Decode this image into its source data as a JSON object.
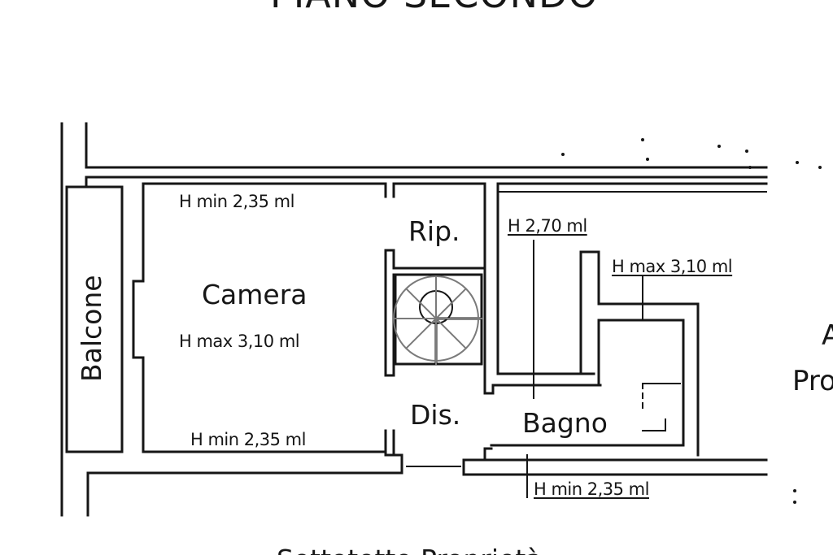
{
  "header_title": "PIANO SECONDO",
  "footer_caption": "Sottotetto Proprietà",
  "right_edge_text": {
    "line1": "A",
    "line2": "Pro"
  },
  "rooms": {
    "balcone": "Balcone",
    "camera": "Camera",
    "ripostiglio": "Rip.",
    "disimpegno": "Dis.",
    "bagno": "Bagno"
  },
  "heights": {
    "camera_top": "H min 2,35 ml",
    "camera_center": "H max 3,10 ml",
    "camera_bottom": "H min 2,35 ml",
    "bagno_h": "H 2,70 ml",
    "bagno_hmax": "H max 3,10 ml",
    "bagno_bottom": "H min 2,35 ml"
  },
  "colors": {
    "ink": "#161616",
    "paper": "#ffffff"
  }
}
